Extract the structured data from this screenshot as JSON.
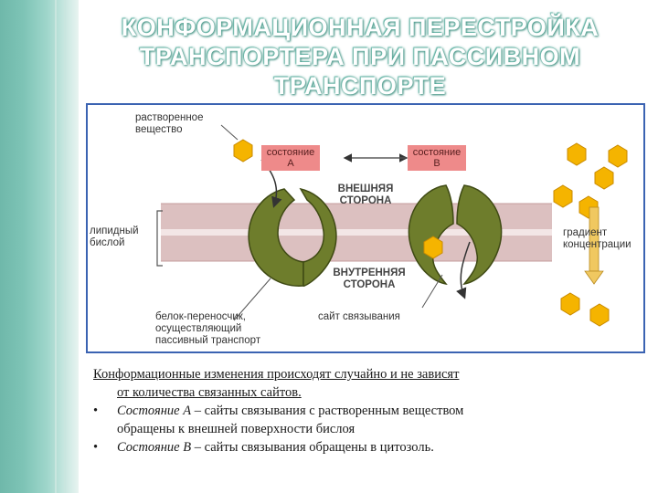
{
  "title": {
    "line1": "КОНФОРМАЦИОННАЯ ПЕРЕСТРОЙКА",
    "line2": "ТРАНСПОРТЕРА ПРИ ПАССИВНОМ",
    "line3": "ТРАНСПОРТЕ"
  },
  "diagram": {
    "solute_line1": "растворенное",
    "solute_line2": "вещество",
    "state_a_line1": "состояние",
    "state_a_line2": "А",
    "state_b_line1": "состояние",
    "state_b_line2": "В",
    "outer_line1": "ВНЕШНЯЯ",
    "outer_line2": "СТОРОНА",
    "bilayer_line1": "липидный",
    "bilayer_line2": "бислой",
    "gradient_line1": "градиент",
    "gradient_line2": "концентрации",
    "inner_line1": "ВНУТРЕННЯЯ",
    "inner_line2": "СТОРОНА",
    "carrier_line1": "белок-переносчик,",
    "carrier_line2": "осуществляющий",
    "carrier_line3": "пассивный транспорт",
    "binding_site": "сайт связывания",
    "colors": {
      "membrane": "#d9b8b8",
      "protein": "#6b7a2a",
      "solute": "#f5b400",
      "state_box": "#ee8a8a",
      "frame": "#3b63b2"
    }
  },
  "caption": {
    "line1": "Конформационные изменения происходят случайно и не зависят",
    "line2": "от количества связанных сайтов.",
    "bullet": "•",
    "item1_label": "Состояние А",
    "item1_text": " – сайты связывания с растворенным веществом",
    "item1_cont": "обращены к внешней поверхности бислоя",
    "item2_label": "Состояние В",
    "item2_text": " – сайты связывания обращены в цитозоль."
  }
}
